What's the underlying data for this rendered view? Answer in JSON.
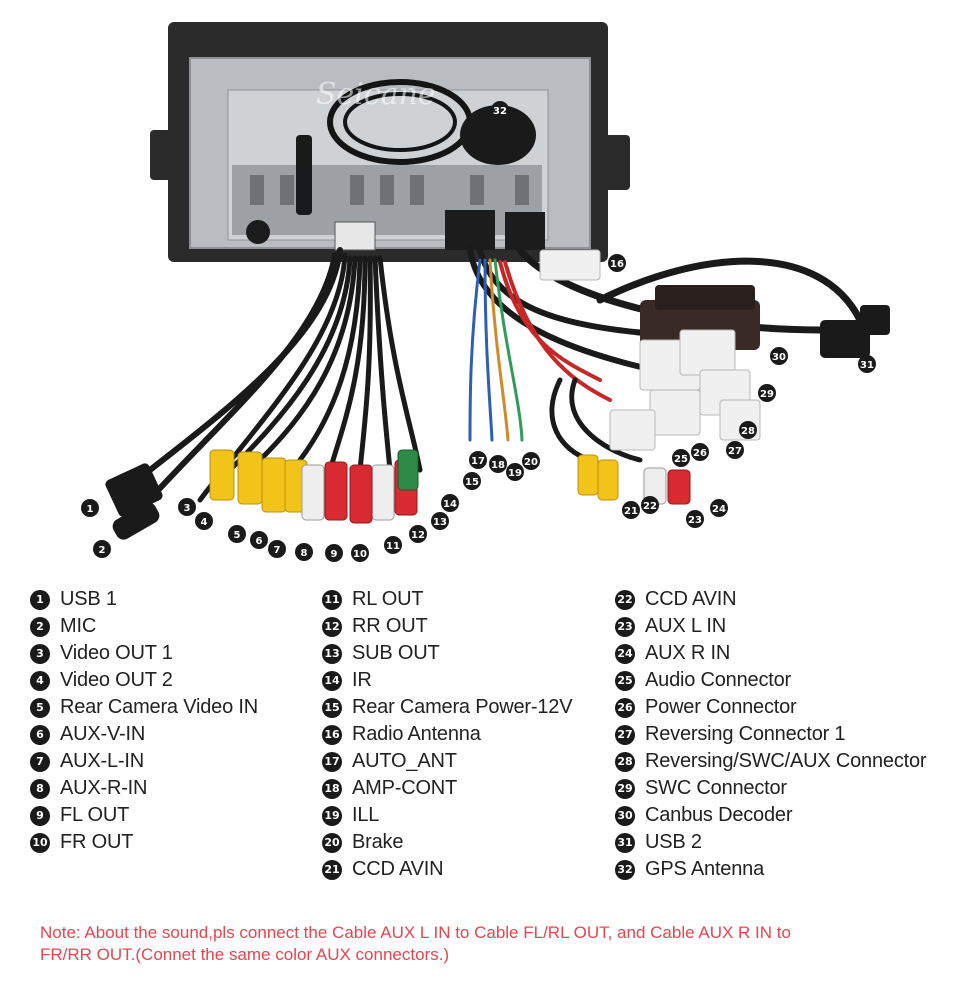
{
  "diagram": {
    "watermark": "Seicane",
    "markers": [
      "1",
      "2",
      "3",
      "4",
      "5",
      "6",
      "7",
      "8",
      "9",
      "10",
      "11",
      "12",
      "13",
      "14",
      "15",
      "16",
      "17",
      "18",
      "19",
      "20",
      "21",
      "22",
      "23",
      "24",
      "25",
      "26",
      "27",
      "28",
      "29",
      "30",
      "31",
      "32"
    ]
  },
  "legend": {
    "columns": [
      [
        {
          "num": "1",
          "label": "USB 1"
        },
        {
          "num": "2",
          "label": "MIC"
        },
        {
          "num": "3",
          "label": "Video OUT 1"
        },
        {
          "num": "4",
          "label": "Video OUT 2"
        },
        {
          "num": "5",
          "label": "Rear Camera Video IN"
        },
        {
          "num": "6",
          "label": "AUX-V-IN"
        },
        {
          "num": "7",
          "label": "AUX-L-IN"
        },
        {
          "num": "8",
          "label": "AUX-R-IN"
        },
        {
          "num": "9",
          "label": "FL OUT"
        },
        {
          "num": "10",
          "label": "FR OUT"
        }
      ],
      [
        {
          "num": "11",
          "label": "RL OUT"
        },
        {
          "num": "12",
          "label": "RR OUT"
        },
        {
          "num": "13",
          "label": "SUB OUT"
        },
        {
          "num": "14",
          "label": "IR"
        },
        {
          "num": "15",
          "label": "Rear Camera Power-12V"
        },
        {
          "num": "16",
          "label": "Radio Antenna"
        },
        {
          "num": "17",
          "label": "AUTO_ANT"
        },
        {
          "num": "18",
          "label": "AMP-CONT"
        },
        {
          "num": "19",
          "label": "ILL"
        },
        {
          "num": "20",
          "label": "Brake"
        },
        {
          "num": "21",
          "label": "CCD AVIN"
        }
      ],
      [
        {
          "num": "22",
          "label": "CCD AVIN"
        },
        {
          "num": "23",
          "label": "AUX L IN"
        },
        {
          "num": "24",
          "label": "AUX R IN"
        },
        {
          "num": "25",
          "label": "Audio Connector"
        },
        {
          "num": "26",
          "label": "Power Connector"
        },
        {
          "num": "27",
          "label": "Reversing Connector 1"
        },
        {
          "num": "28",
          "label": "Reversing/SWC/AUX Connector"
        },
        {
          "num": "29",
          "label": "SWC Connector"
        },
        {
          "num": "30",
          "label": "Canbus Decoder"
        },
        {
          "num": "31",
          "label": "USB 2"
        },
        {
          "num": "32",
          "label": "GPS Antenna"
        }
      ]
    ]
  },
  "note": {
    "line1": "Note: About the sound,pls connect the Cable AUX L IN to Cable FL/RL OUT, and Cable AUX R IN to",
    "line2": "FR/RR OUT.(Connet the same color AUX connectors.)"
  },
  "colors": {
    "note_text": "#e8454f",
    "badge": "#1a1a1a",
    "rca_yellow": "#f2c319",
    "rca_red": "#d82a30",
    "rca_white": "#eeeeee",
    "rca_green": "#2e8b47"
  }
}
